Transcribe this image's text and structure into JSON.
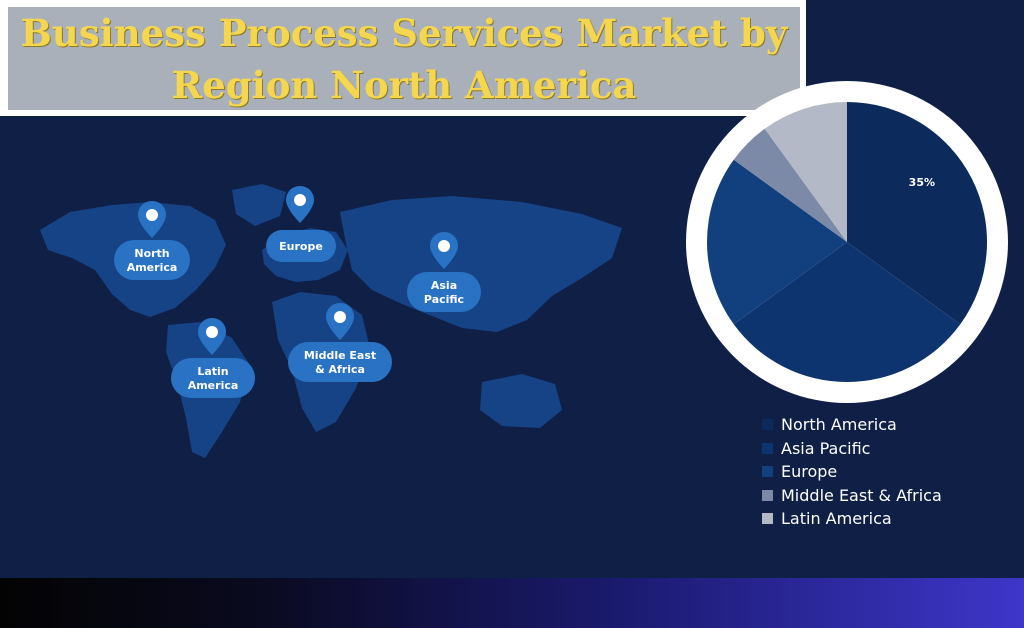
{
  "title": "Business Process Services Market by Region North America",
  "map": {
    "regions": [
      {
        "id": "north-america",
        "label_lines": [
          "North",
          "America"
        ]
      },
      {
        "id": "europe",
        "label_lines": [
          "Europe"
        ]
      },
      {
        "id": "asia-pacific",
        "label_lines": [
          "Asia",
          "Pacific"
        ]
      },
      {
        "id": "latin-america",
        "label_lines": [
          "Latin",
          "America"
        ]
      },
      {
        "id": "middle-east-africa",
        "label_lines": [
          "Middle East",
          "& Africa"
        ]
      }
    ]
  },
  "chart_data": {
    "type": "pie",
    "categories": [
      "North America",
      "Asia Pacific",
      "Europe",
      "Middle East & Africa",
      "Latin America"
    ],
    "values": [
      35,
      30,
      20,
      5,
      10
    ],
    "labels": [
      "35%",
      "",
      "",
      "",
      ""
    ],
    "colors": [
      "#0c2a5c",
      "#0e3470",
      "#12407f",
      "#7c8aa8",
      "#b4b9c8"
    ],
    "legend_position": "bottom-right",
    "legend": [
      {
        "label": "North America",
        "color": "#0c2a5c"
      },
      {
        "label": "Asia Pacific",
        "color": "#0e3470"
      },
      {
        "label": "Europe",
        "color": "#12407f"
      },
      {
        "label": "Middle East & Africa",
        "color": "#7c8aa8"
      },
      {
        "label": "Latin America",
        "color": "#b4b9c8"
      }
    ]
  },
  "colors": {
    "background": "#0f1f45",
    "title_text": "#f5d64f",
    "map_land": "#17448a",
    "pin": "#2a73c4"
  }
}
